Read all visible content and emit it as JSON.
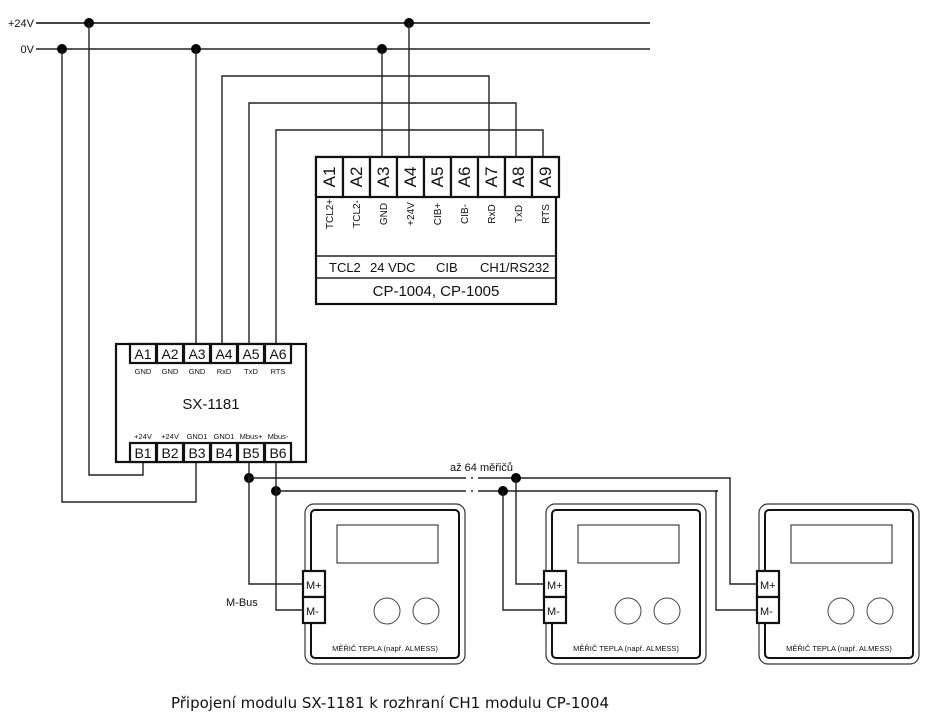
{
  "rails": {
    "plus24": "+24V",
    "zero": "0V"
  },
  "cp_module": {
    "terminals": [
      "A1",
      "A2",
      "A3",
      "A4",
      "A5",
      "A6",
      "A7",
      "A8",
      "A9"
    ],
    "signals": [
      "TCL2+",
      "TCL2-",
      "GND",
      "+24V",
      "CIB+",
      "CIB-",
      "RxD",
      "TxD",
      "RTS"
    ],
    "groups": [
      "TCL2",
      "24 VDC",
      "CIB",
      "CH1/RS232"
    ],
    "name": "CP-1004, CP-1005"
  },
  "sx_module": {
    "name": "SX-1181",
    "top_terminals": [
      "A1",
      "A2",
      "A3",
      "A4",
      "A5",
      "A6"
    ],
    "top_signals": [
      "GND",
      "GND",
      "GND",
      "RxD",
      "TxD",
      "RTS"
    ],
    "bottom_signals": [
      "+24V",
      "+24V",
      "GND1",
      "GND1",
      "Mbus+",
      "Mbus-"
    ],
    "bottom_terminals": [
      "B1",
      "B2",
      "B3",
      "B4",
      "B5",
      "B6"
    ]
  },
  "bus": {
    "count_label": "až 64 měřičů",
    "mbus_label": "M-Bus"
  },
  "meters": [
    {
      "label": "MĚŘIČ TEPLA (např. ALMESS)",
      "plus": "M+",
      "minus": "M-"
    },
    {
      "label": "MĚŘIČ TEPLA (např. ALMESS)",
      "plus": "M+",
      "minus": "M-"
    },
    {
      "label": "MĚŘIČ TEPLA (např. ALMESS)",
      "plus": "M+",
      "minus": "M-"
    }
  ],
  "caption": "Připojení modulu SX-1181 k rozhraní CH1 modulu CP-1004"
}
